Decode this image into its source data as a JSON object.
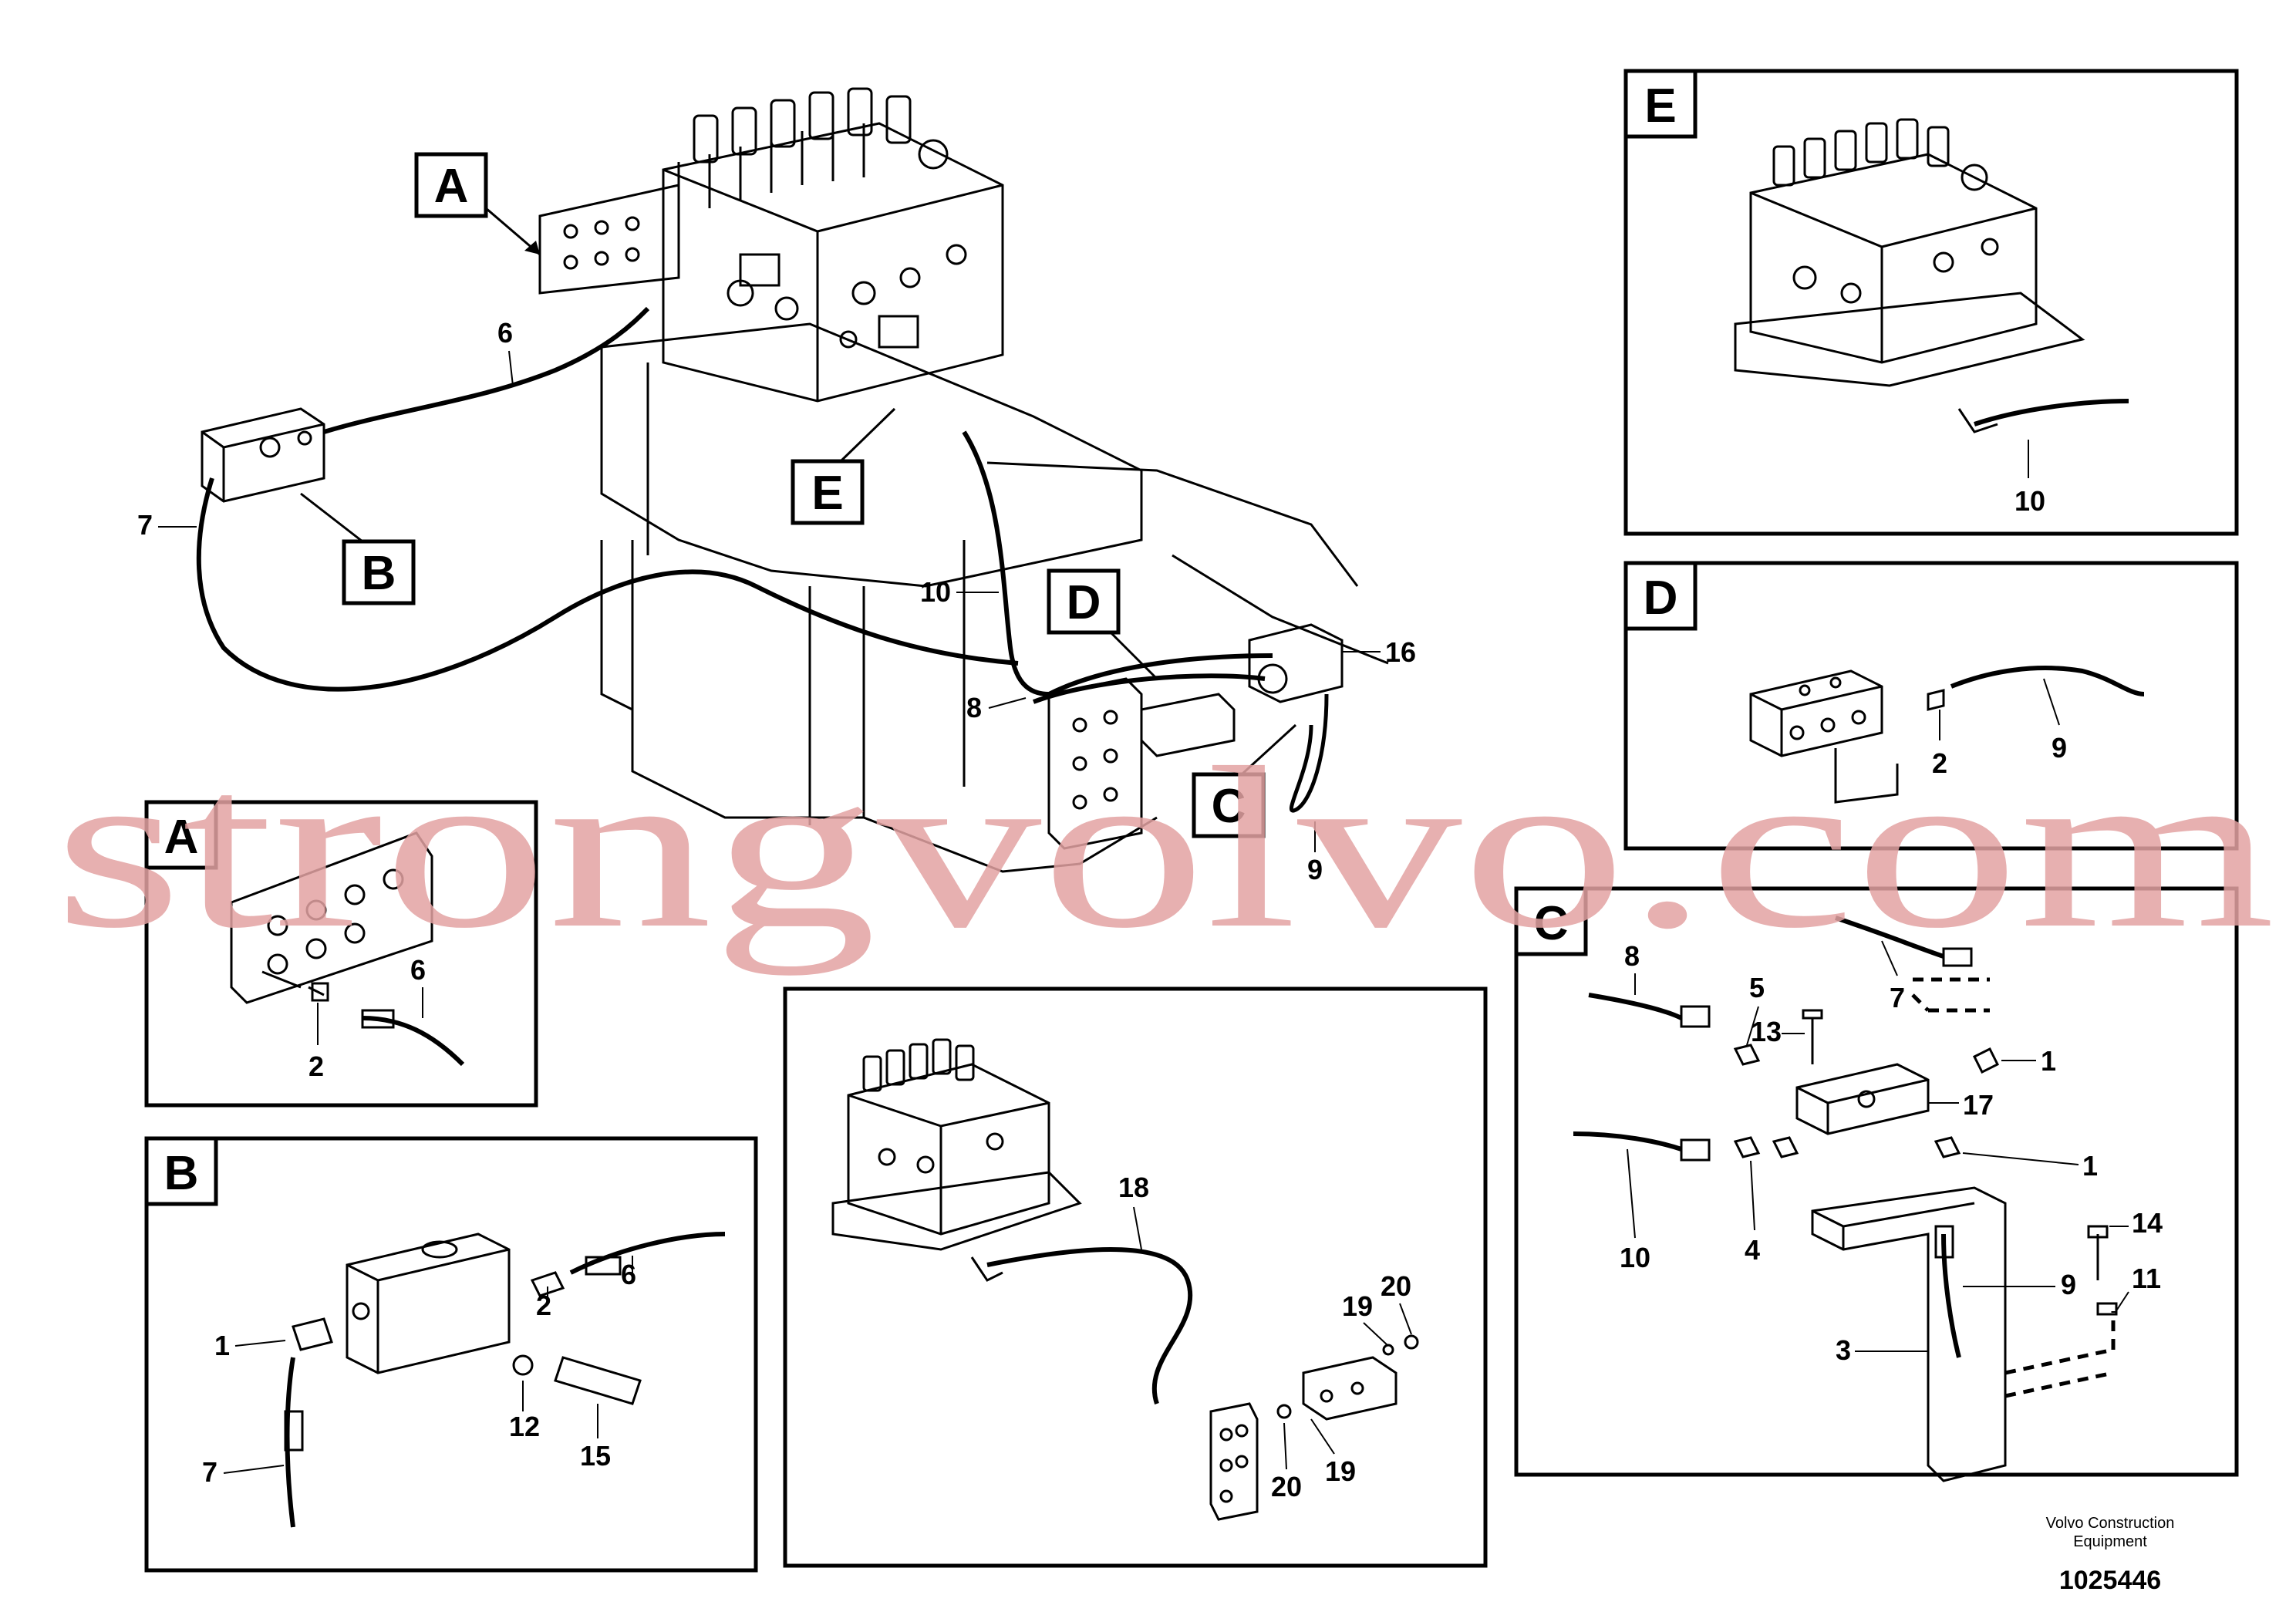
{
  "callouts": {
    "a": "A",
    "b": "B",
    "c": "C",
    "d": "D",
    "e": "E"
  },
  "main_labels": {
    "p6": "6",
    "p7": "7",
    "p8": "8",
    "p9": "9",
    "p10": "10",
    "p16": "16"
  },
  "detail_e": {
    "title": "E",
    "p10": "10"
  },
  "detail_d": {
    "title": "D",
    "p2": "2",
    "p9": "9"
  },
  "detail_a": {
    "title": "A",
    "p2": "2",
    "p6": "6"
  },
  "detail_b": {
    "title": "B",
    "p1": "1",
    "p2": "2",
    "p6": "6",
    "p7": "7",
    "p12": "12",
    "p15": "15"
  },
  "detail_mid": {
    "p18": "18",
    "p19a": "19",
    "p20a": "20",
    "p19b": "19",
    "p20b": "20"
  },
  "detail_c": {
    "title": "C",
    "p8": "8",
    "p5": "5",
    "p13": "13",
    "p7": "7",
    "p1a": "1",
    "p17": "17",
    "p10": "10",
    "p4a": "4",
    "p1b": "1",
    "p14": "14",
    "p9": "9",
    "p11": "11",
    "p3": "3"
  },
  "watermark": "strongvolvo.com",
  "brand": {
    "line1": "Volvo Construction",
    "line2": "Equipment"
  },
  "drawing_number": "1025446"
}
